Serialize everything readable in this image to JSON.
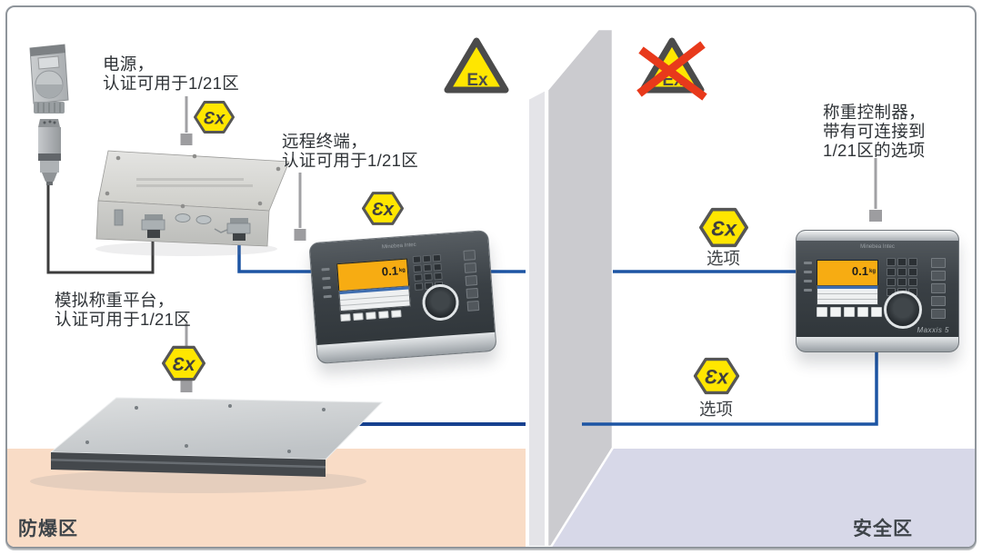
{
  "zones": {
    "hazardous_label": "防爆区",
    "safe_label": "安全区"
  },
  "signs": {
    "ex_triangle": "Ex",
    "atex_mark": "Ɛx"
  },
  "labels": {
    "power_supply": {
      "line1": "电源，",
      "line2": "认证可用于1/21区"
    },
    "remote_terminal": {
      "line1": "远程终端，",
      "line2": "认证可用于1/21区"
    },
    "weighing_platform": {
      "line1": "模拟称重平台，",
      "line2": "认证可用于1/21区"
    },
    "weighing_controller": {
      "line1": "称重控制器，",
      "line2": "带有可连接到",
      "line3": "1/21区的选项"
    },
    "option_upper": "选项",
    "option_lower": "选项"
  },
  "devices": {
    "remote_terminal_screen": {
      "value": "0.1",
      "unit": "kg"
    },
    "controller_screen": {
      "value": "0.1",
      "unit": "kg"
    },
    "controller_model": "Maxxis 5",
    "brand": "Minebea Intec"
  },
  "colors": {
    "hazard_floor": "#F9DCC6",
    "safe_floor": "#D7D8E8",
    "cable_blue": "#1D55A4",
    "cable_navy": "#16418F",
    "atex_yellow": "#FFE600",
    "warning_red": "#E8391B",
    "sign_gray": "#565655"
  }
}
